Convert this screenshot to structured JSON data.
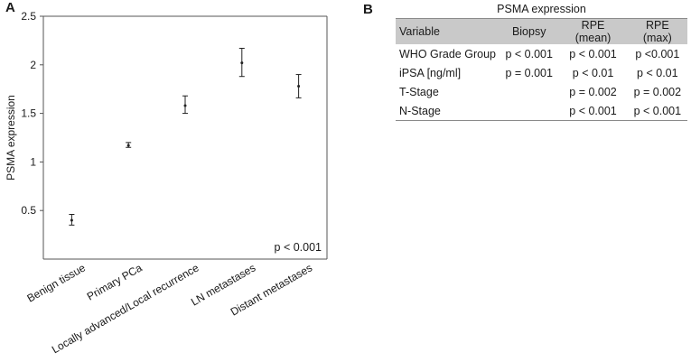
{
  "panel_a_letter": "A",
  "panel_b_letter": "B",
  "chart_data": {
    "type": "scatter",
    "title": "",
    "xlabel": "",
    "ylabel": "PSMA expression",
    "ylim": [
      0,
      2.5
    ],
    "yticks": [
      0.5,
      1,
      1.5,
      2,
      2.5
    ],
    "categories": [
      "Benign   tissue",
      "Primary PCa",
      "Locally advanced/Local recurrence",
      "LN metastases",
      "Distant metastases"
    ],
    "series": [
      {
        "values": [
          0.4,
          1.17,
          1.58,
          2.02,
          1.78
        ],
        "error_low": [
          0.35,
          1.15,
          1.5,
          1.88,
          1.66
        ],
        "error_high": [
          0.46,
          1.2,
          1.68,
          2.17,
          1.9
        ]
      }
    ],
    "annotation": "p < 0.001",
    "grid": false
  },
  "table": {
    "title": "PSMA expression",
    "headers": [
      "Variable",
      "Biopsy",
      "RPE (mean)",
      "RPE (max)"
    ],
    "rows": [
      [
        "WHO Grade Group",
        "p < 0.001",
        "p < 0.001",
        "p <0.001"
      ],
      [
        "iPSA [ng/ml]",
        "p = 0.001",
        "p < 0.01",
        "p < 0.01"
      ],
      [
        "T-Stage",
        "",
        "p = 0.002",
        "p = 0.002"
      ],
      [
        "N-Stage",
        "",
        "p < 0.001",
        "p < 0.001"
      ]
    ]
  }
}
